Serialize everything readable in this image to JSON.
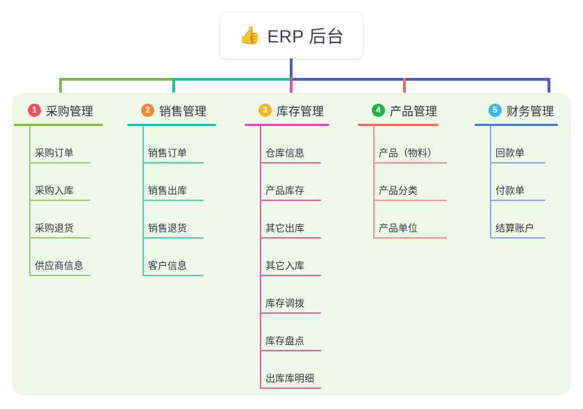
{
  "root": {
    "icon": "thumbs-up-emoji",
    "icon_glyph": "👍",
    "title": "ERP 后台"
  },
  "theme": {
    "page_background": "#ffffff",
    "panel_background": "#eef7e8",
    "text_color": "#33383d",
    "trunk_green": "#7cbb45",
    "trunk_teal": "#18c2a4",
    "trunk_blue": "#4c5bc8",
    "drop_pink": "#ec4d9b",
    "drop_red": "#f4685f"
  },
  "columns": [
    {
      "number": "1",
      "title": "采购管理",
      "badge_color": "#f2515f",
      "rule_color": "#7cbb45",
      "spine_color": "#9acb6e",
      "leaf_rule_color": "#9acb6e",
      "head_rule_width": 128,
      "leaf_rule_width": 88,
      "items": [
        "采购订单",
        "采购入库",
        "采购退货",
        "供应商信息"
      ]
    },
    {
      "number": "2",
      "title": "销售管理",
      "badge_color": "#f58634",
      "rule_color": "#18c2a4",
      "spine_color": "#5bc9b6",
      "leaf_rule_color": "#5bc9b6",
      "head_rule_width": 128,
      "leaf_rule_width": 88,
      "items": [
        "销售订单",
        "销售出库",
        "销售退货",
        "客户信息"
      ]
    },
    {
      "number": "3",
      "title": "库存管理",
      "badge_color": "#f5b327",
      "rule_color": "#e04bb0",
      "spine_color": "#e9609f",
      "leaf_rule_color": "#e9609f",
      "head_rule_width": 122,
      "leaf_rule_width": 88,
      "items": [
        "仓库信息",
        "产品库存",
        "其它出库",
        "其它入库",
        "库存调拨",
        "库存盘点",
        "出库库明细"
      ]
    },
    {
      "number": "4",
      "title": "产品管理",
      "badge_color": "#22b14c",
      "rule_color": "#f4685f",
      "spine_color": "#f4948c",
      "leaf_rule_color": "#f4948c",
      "head_rule_width": 116,
      "leaf_rule_width": 106,
      "items": [
        "产品（物料）",
        "产品分类",
        "产品单位"
      ]
    },
    {
      "number": "5",
      "title": "财务管理",
      "badge_color": "#35b8e8",
      "rule_color": "#4c6fd0",
      "spine_color": "#8fa8e0",
      "leaf_rule_color": "#8fa8e0",
      "head_rule_width": 120,
      "leaf_rule_width": 80,
      "items": [
        "回款单",
        "付款单",
        "结算账户"
      ]
    }
  ]
}
